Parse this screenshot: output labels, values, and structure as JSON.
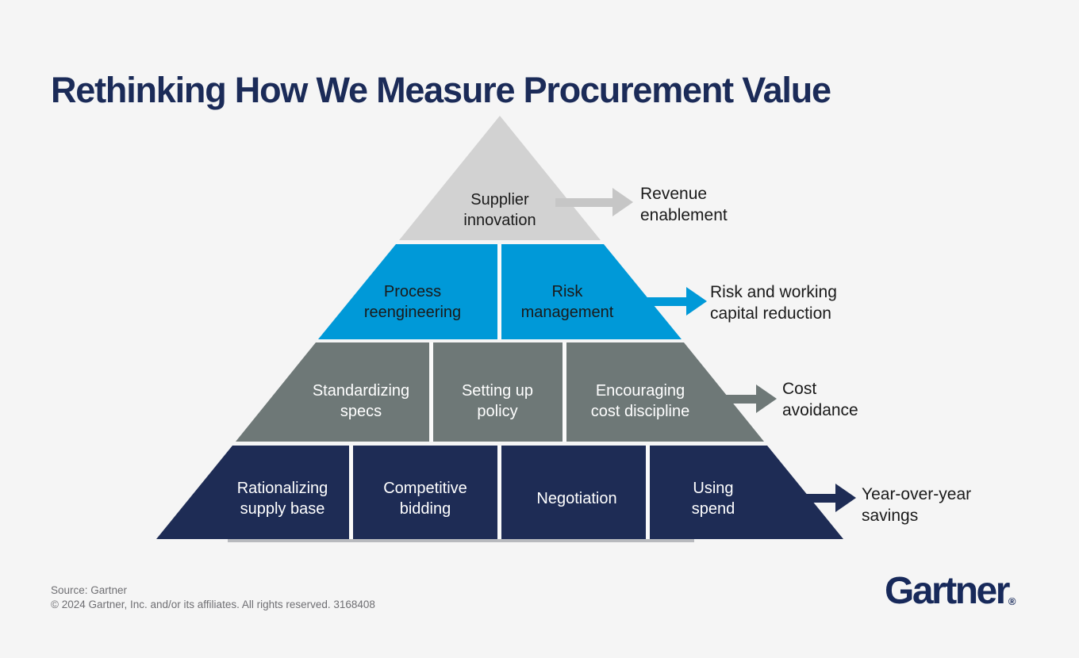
{
  "title": "Rethinking How We Measure Procurement Value",
  "pyramid": {
    "levels": [
      {
        "color": "#d2d2d2",
        "segments": [
          {
            "label": "Supplier\ninnovation"
          }
        ],
        "outcome": {
          "label": "Revenue\nenablement",
          "arrow_color": "#c6c6c6"
        }
      },
      {
        "color": "#0099d8",
        "segments": [
          {
            "label": "Process\nreengineering"
          },
          {
            "label": "Risk\nmanagement"
          }
        ],
        "outcome": {
          "label": "Risk and working\ncapital reduction",
          "arrow_color": "#0099d8"
        }
      },
      {
        "color": "#6e7877",
        "segments": [
          {
            "label": "Standardizing\nspecs"
          },
          {
            "label": "Setting up\npolicy"
          },
          {
            "label": "Encouraging\ncost discipline"
          }
        ],
        "outcome": {
          "label": "Cost\navoidance",
          "arrow_color": "#6e7877"
        }
      },
      {
        "color": "#1e2c55",
        "segments": [
          {
            "label": "Rationalizing\nsupply base"
          },
          {
            "label": "Competitive\nbidding"
          },
          {
            "label": "Negotiation"
          },
          {
            "label": "Using\nspend"
          }
        ],
        "outcome": {
          "label": "Year-over-year\nsavings",
          "arrow_color": "#1e2c55"
        }
      }
    ]
  },
  "footer": {
    "source": "Source: Gartner",
    "copyright": "© 2024 Gartner, Inc. and/or its affiliates. All rights reserved. 3168408"
  },
  "logo": {
    "text": "Gartner",
    "registered": "®"
  }
}
